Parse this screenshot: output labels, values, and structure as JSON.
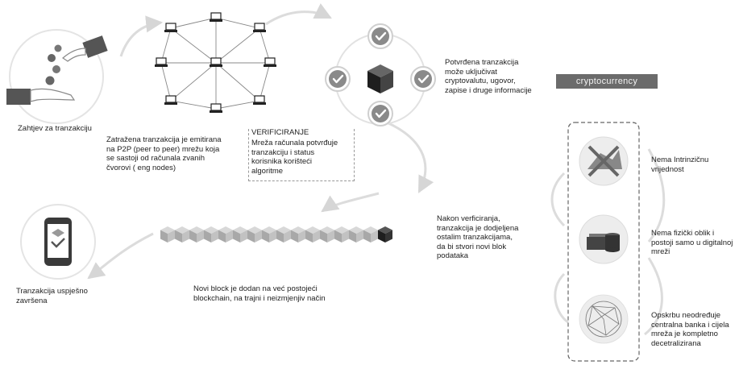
{
  "steps": {
    "request": "Zahtjev za tranzakciju",
    "broadcast": "Zatražena tranzakcija je emitirana\nna P2P (peer to peer) mrežu koja\nse sastoji od računala zvanih\nčvorovi ( eng nodes)",
    "verify_title": "VERIFICIRANJE",
    "verify_body": "Mreža računala potvrđuje\ntranzakciju i status\nkorisnika korišteći\nalgoritme",
    "confirmed": "Potvrđena tranzakcija\nmože uključivat\ncryptovalutu, ugovor,\nzapise i druge informacije",
    "block": "Nakon verficiranja,\ntranzakcija je dodjeljena\nostalim tranzakcijama,\nda bi stvori novi blok\npodataka",
    "chain": "Novi block je dodan na već postojeći\nblockchain, na trajni i neizmjenjiv način",
    "done": "Tranzakcija uspješno\nzavršena"
  },
  "cryptocurrency": {
    "tag": "cryptocurrency",
    "no_intrinsic": "Nema Intrinzičnu\nvrijednost",
    "no_physical": "Nema fizički oblik i\npostoji samo u digitalnoj\nmreži",
    "decentralized": "Opskrbu neodređuje\ncentralna banka i cijela\nmreža je kompletno\ndecetralizirana"
  },
  "icons": {
    "hand": "hand-giving-coins-icon",
    "network": "p2p-network-icon",
    "validators": "validation-check-icon",
    "block": "block-cube-icon",
    "chain": "blockchain-icon",
    "phone": "phone-check-icon",
    "no_value": "crossed-out-value-icon",
    "coins": "coin-stack-icon",
    "decentral": "decentralized-network-icon"
  },
  "colors": {
    "circle_stroke": "#d4d4d4",
    "check_fill": "#7a7a7a",
    "cube_dark": "#2a2a2a",
    "cube_light": "#bdbdbd",
    "tag_bg": "#6b6b6b"
  }
}
